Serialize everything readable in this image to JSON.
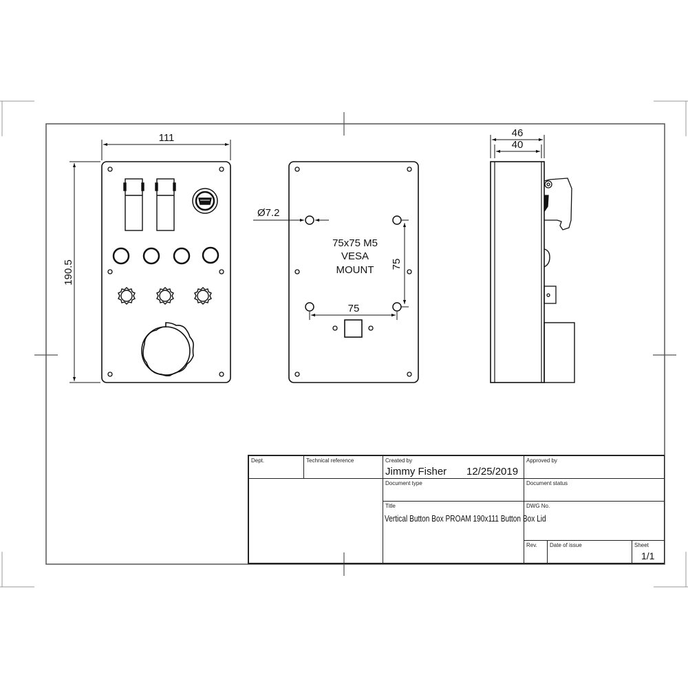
{
  "front_view": {
    "width_dim": "111",
    "height_dim": "190.5",
    "components": {
      "toggle_switches": 2,
      "usb_port": 1,
      "push_buttons": 4,
      "rotary_encoders": 3,
      "large_knob": 1,
      "mount_holes": 6
    }
  },
  "back_view": {
    "hole_dim": "Ø7.2",
    "vesa_label_line1": "75x75 M5",
    "vesa_label_line2": "VESA",
    "vesa_label_line3": "MOUNT",
    "horizontal_spacing": "75",
    "vertical_spacing": "75"
  },
  "side_view": {
    "outer_depth": "46",
    "inner_depth": "40"
  },
  "title_block": {
    "dept_label": "Dept.",
    "dept_value": "",
    "tech_ref_label": "Technical reference",
    "tech_ref_value": "",
    "created_by_label": "Created by",
    "created_by_value": "Jimmy Fisher",
    "created_date": "12/25/2019",
    "approved_by_label": "Approved by",
    "approved_by_value": "",
    "doc_type_label": "Document type",
    "doc_type_value": "",
    "doc_status_label": "Document status",
    "doc_status_value": "",
    "title_label": "Title",
    "title_value": "Vertical Button Box PROAM 190x111 Button Box Lid",
    "dwg_no_label": "DWG No.",
    "dwg_no_value": "",
    "rev_label": "Rev.",
    "rev_value": "",
    "date_of_issue_label": "Date of issue",
    "date_of_issue_value": "",
    "sheet_label": "Sheet",
    "sheet_value": "1/1"
  }
}
